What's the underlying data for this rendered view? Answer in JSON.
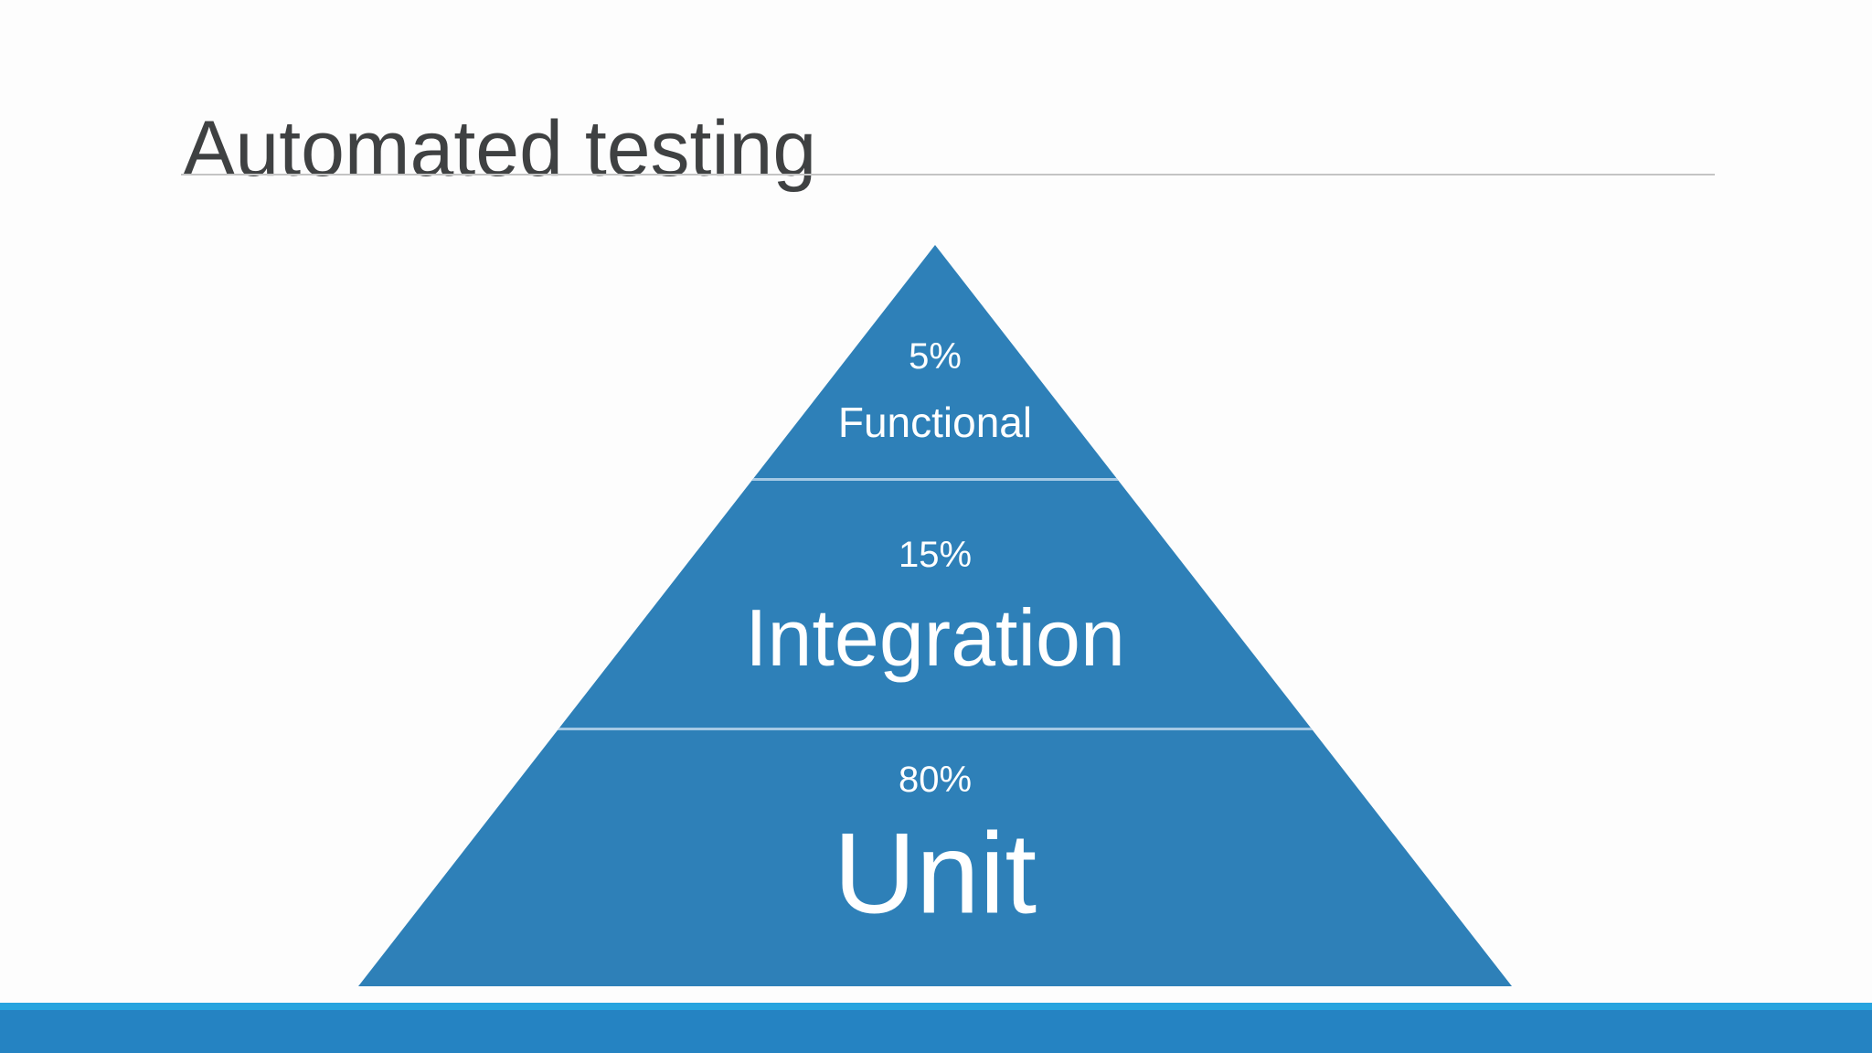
{
  "slide": {
    "title": "Automated testing"
  },
  "chart_data": {
    "type": "pyramid",
    "title": "Automated testing",
    "layers": [
      {
        "label": "Functional",
        "value_label": "5%",
        "percent": 5,
        "position": "top"
      },
      {
        "label": "Integration",
        "value_label": "15%",
        "percent": 15,
        "position": "middle"
      },
      {
        "label": "Unit",
        "value_label": "80%",
        "percent": 80,
        "position": "bottom"
      }
    ],
    "legend_position": "none",
    "orientation": "apex-up"
  },
  "theme": {
    "background": "#FDFDFD",
    "title_color": "#3F4142",
    "underline_color": "#C4C4C4",
    "pyramid_fill": "#2E80B8",
    "pyramid_divider": "#A5C9E5",
    "pyramid_text": "#FFFFFF",
    "bar_top": "#27A4DF",
    "bar_main": "#2583C2"
  }
}
